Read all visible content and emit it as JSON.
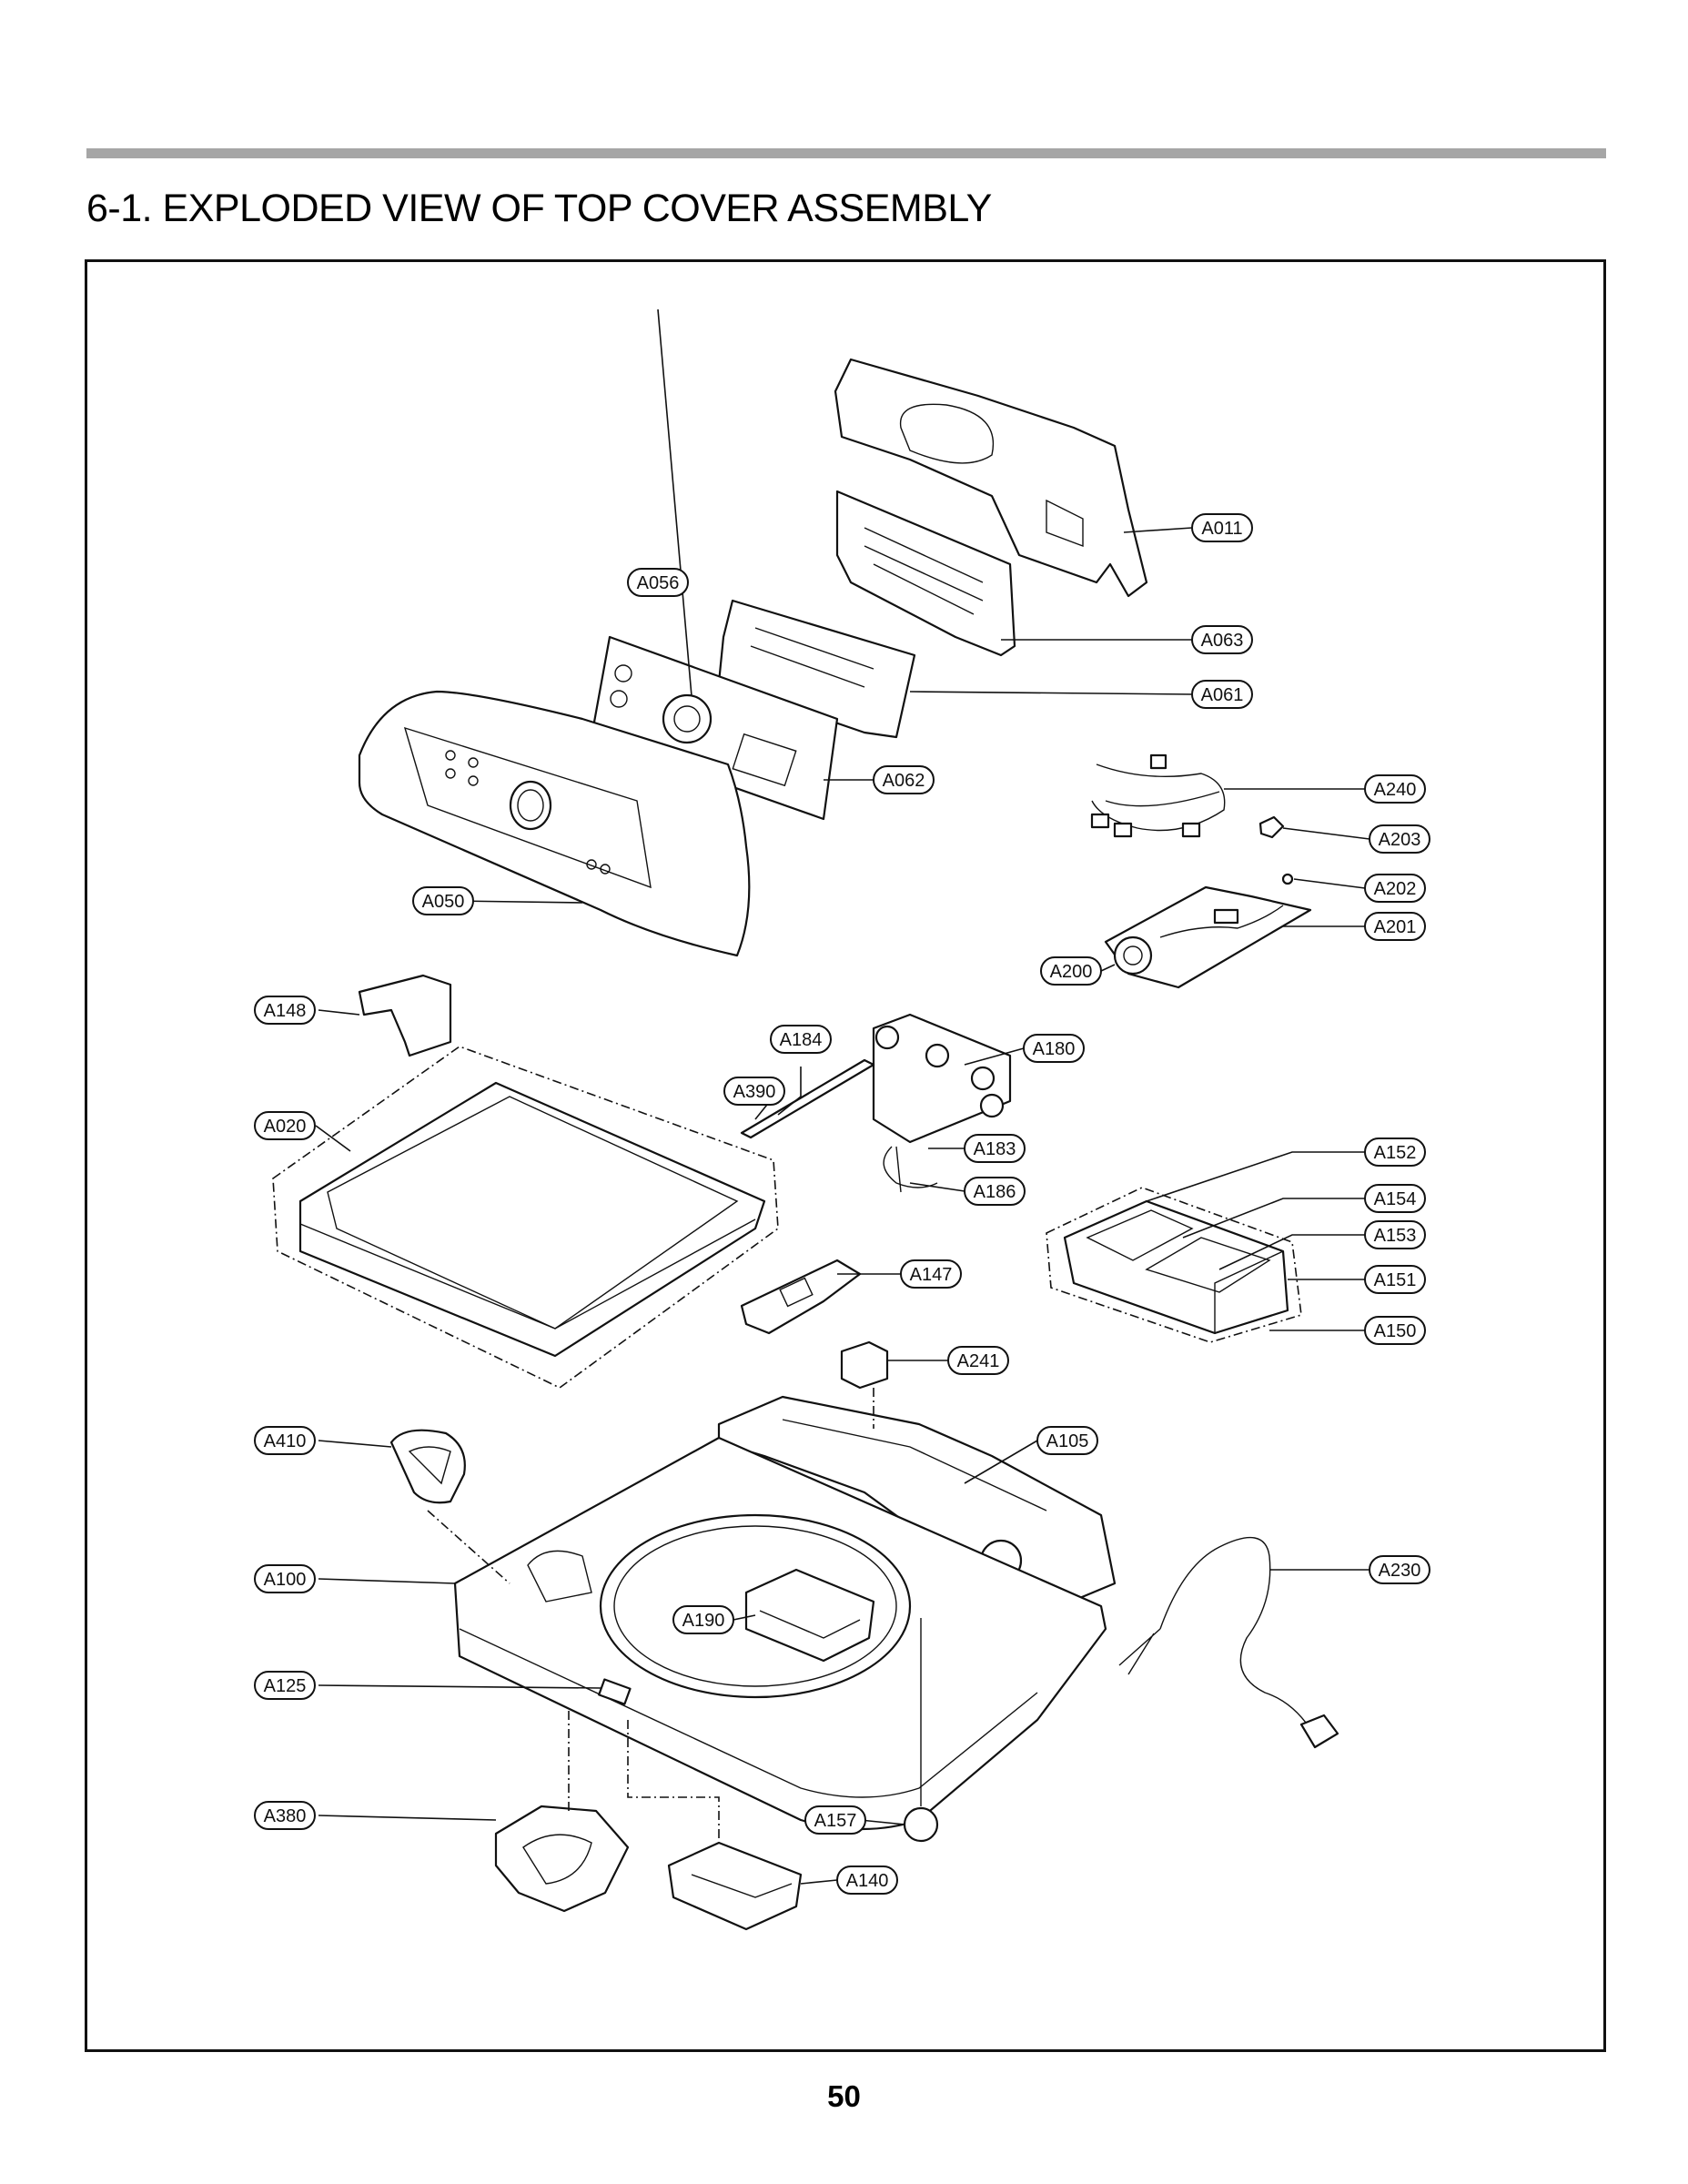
{
  "page": {
    "title": "6-1. EXPLODED VIEW OF TOP COVER ASSEMBLY",
    "page_number": "50"
  },
  "callouts": [
    {
      "id": "A011",
      "label": "A011"
    },
    {
      "id": "A056",
      "label": "A056"
    },
    {
      "id": "A063",
      "label": "A063"
    },
    {
      "id": "A061",
      "label": "A061"
    },
    {
      "id": "A062",
      "label": "A062"
    },
    {
      "id": "A240",
      "label": "A240"
    },
    {
      "id": "A203",
      "label": "A203"
    },
    {
      "id": "A202",
      "label": "A202"
    },
    {
      "id": "A201",
      "label": "A201"
    },
    {
      "id": "A050",
      "label": "A050"
    },
    {
      "id": "A200",
      "label": "A200"
    },
    {
      "id": "A148",
      "label": "A148"
    },
    {
      "id": "A184",
      "label": "A184"
    },
    {
      "id": "A180",
      "label": "A180"
    },
    {
      "id": "A390",
      "label": "A390"
    },
    {
      "id": "A020",
      "label": "A020"
    },
    {
      "id": "A183",
      "label": "A183"
    },
    {
      "id": "A152",
      "label": "A152"
    },
    {
      "id": "A186",
      "label": "A186"
    },
    {
      "id": "A154",
      "label": "A154"
    },
    {
      "id": "A153",
      "label": "A153"
    },
    {
      "id": "A147",
      "label": "A147"
    },
    {
      "id": "A151",
      "label": "A151"
    },
    {
      "id": "A150",
      "label": "A150"
    },
    {
      "id": "A241",
      "label": "A241"
    },
    {
      "id": "A410",
      "label": "A410"
    },
    {
      "id": "A105",
      "label": "A105"
    },
    {
      "id": "A230",
      "label": "A230"
    },
    {
      "id": "A100",
      "label": "A100"
    },
    {
      "id": "A190",
      "label": "A190"
    },
    {
      "id": "A125",
      "label": "A125"
    },
    {
      "id": "A380",
      "label": "A380"
    },
    {
      "id": "A157",
      "label": "A157"
    },
    {
      "id": "A140",
      "label": "A140"
    }
  ]
}
